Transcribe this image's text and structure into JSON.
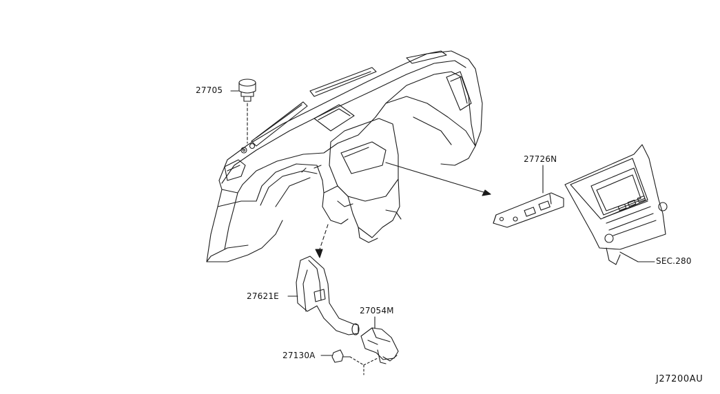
{
  "diagram": {
    "parts": [
      {
        "id": "27705",
        "label": "27705"
      },
      {
        "id": "27726N",
        "label": "27726N"
      },
      {
        "id": "27621E",
        "label": "27621E"
      },
      {
        "id": "27054M",
        "label": "27054M"
      },
      {
        "id": "27130A",
        "label": "27130A"
      },
      {
        "id": "SEC280",
        "label": "SEC.280"
      }
    ],
    "reference_code": "J27200AU",
    "line_color": "#1a1a1a"
  }
}
